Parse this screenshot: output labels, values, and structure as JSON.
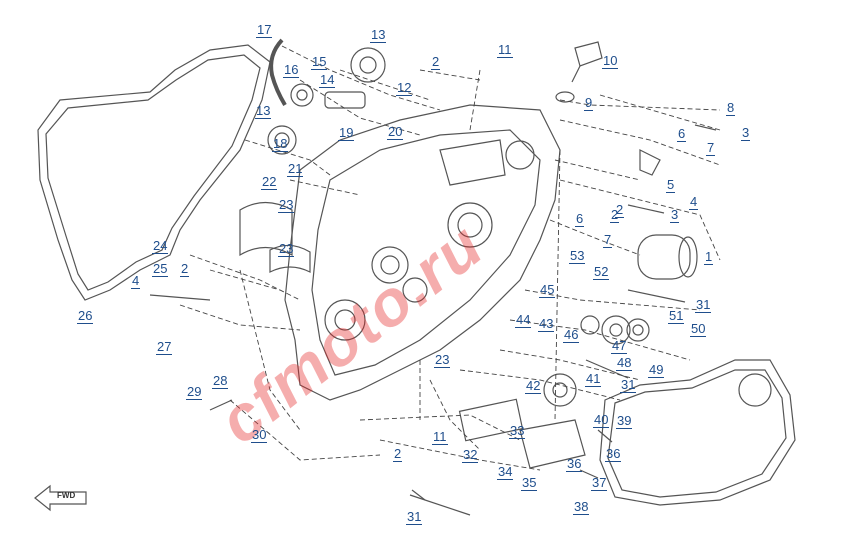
{
  "diagram": {
    "callouts": [
      {
        "n": "1"
      },
      {
        "n": "2"
      },
      {
        "n": "2"
      },
      {
        "n": "2"
      },
      {
        "n": "2"
      },
      {
        "n": "3"
      },
      {
        "n": "3"
      },
      {
        "n": "4"
      },
      {
        "n": "4"
      },
      {
        "n": "5"
      },
      {
        "n": "6"
      },
      {
        "n": "6"
      },
      {
        "n": "7"
      },
      {
        "n": "7"
      },
      {
        "n": "8"
      },
      {
        "n": "9"
      },
      {
        "n": "10"
      },
      {
        "n": "11"
      },
      {
        "n": "11"
      },
      {
        "n": "12"
      },
      {
        "n": "13"
      },
      {
        "n": "13"
      },
      {
        "n": "14"
      },
      {
        "n": "15"
      },
      {
        "n": "16"
      },
      {
        "n": "17"
      },
      {
        "n": "18"
      },
      {
        "n": "19"
      },
      {
        "n": "20"
      },
      {
        "n": "21"
      },
      {
        "n": "22"
      },
      {
        "n": "23"
      },
      {
        "n": "23"
      },
      {
        "n": "23"
      },
      {
        "n": "24"
      },
      {
        "n": "25"
      },
      {
        "n": "26"
      },
      {
        "n": "27"
      },
      {
        "n": "28"
      },
      {
        "n": "29"
      },
      {
        "n": "30"
      },
      {
        "n": "31"
      },
      {
        "n": "31"
      },
      {
        "n": "31"
      },
      {
        "n": "32"
      },
      {
        "n": "33"
      },
      {
        "n": "34"
      },
      {
        "n": "35"
      },
      {
        "n": "36"
      },
      {
        "n": "36"
      },
      {
        "n": "37"
      },
      {
        "n": "38"
      },
      {
        "n": "39"
      },
      {
        "n": "40"
      },
      {
        "n": "41"
      },
      {
        "n": "42"
      },
      {
        "n": "43"
      },
      {
        "n": "44"
      },
      {
        "n": "45"
      },
      {
        "n": "46"
      },
      {
        "n": "47"
      },
      {
        "n": "48"
      },
      {
        "n": "49"
      },
      {
        "n": "50"
      },
      {
        "n": "51"
      },
      {
        "n": "52"
      },
      {
        "n": "53"
      },
      {
        "n": "2"
      }
    ],
    "watermark": "cfmoto.ru",
    "fwd_label": "FWD",
    "colors": {
      "callout": "#1f4e8c",
      "linework": "#555555",
      "dash": "#444444",
      "watermark": "#e62828"
    }
  }
}
